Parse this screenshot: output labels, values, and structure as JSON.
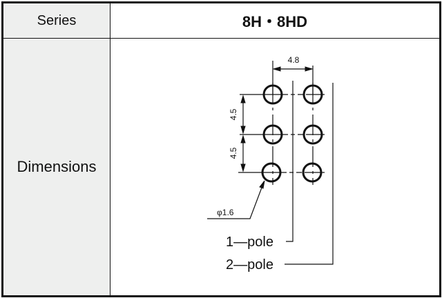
{
  "header": {
    "label": "Series",
    "value": "8H・8HD"
  },
  "row": {
    "label": "Dimensions"
  },
  "diagram": {
    "pitch_horizontal": "4.8",
    "pitch_vertical_1": "4.5",
    "pitch_vertical_2": "4.5",
    "hole_diameter": "φ1.6",
    "callout_1": "1—pole",
    "callout_2": "2—pole"
  }
}
